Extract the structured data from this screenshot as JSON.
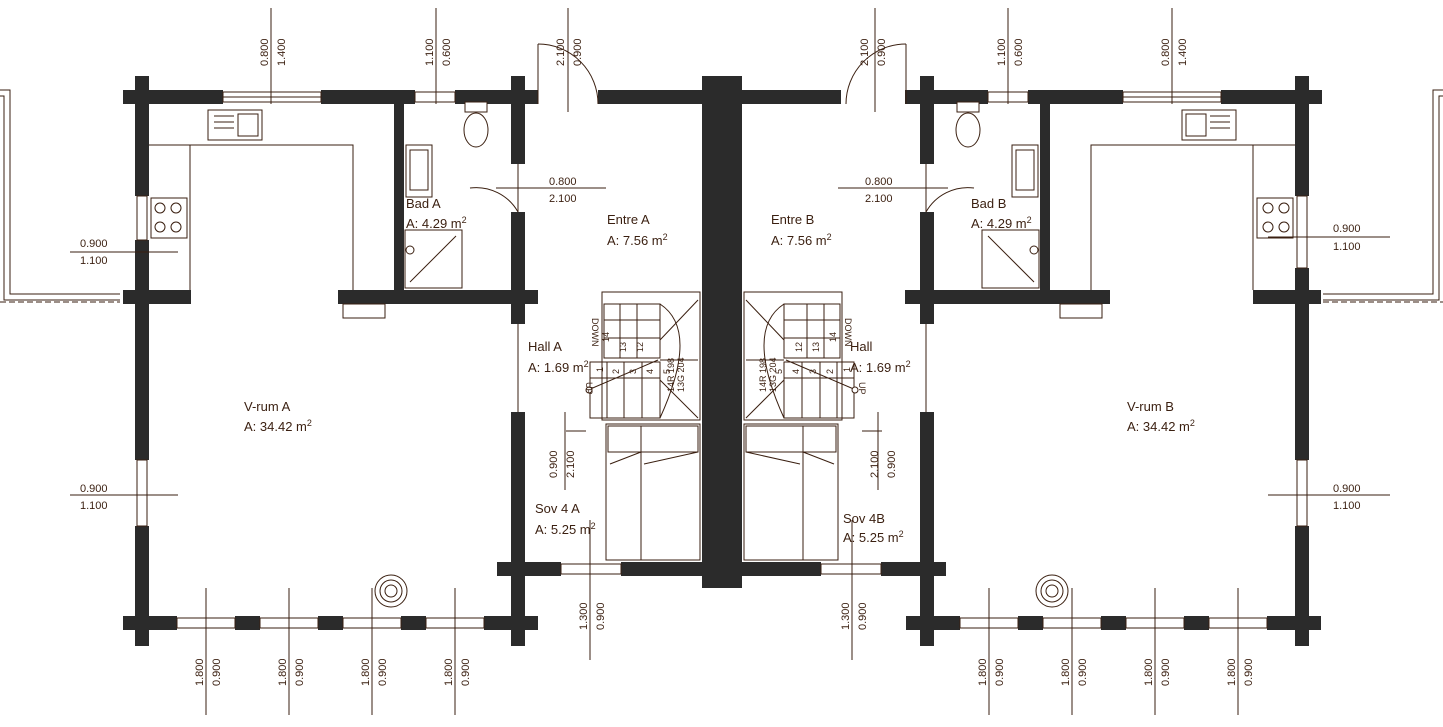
{
  "rooms": {
    "bad_a": {
      "name": "Bad A",
      "area": "A: 4.29 m",
      "sup": "2"
    },
    "entre_a": {
      "name": "Entre A",
      "area": "A: 7.56 m",
      "sup": "2"
    },
    "hall_a": {
      "name": "Hall A",
      "area": "A: 1.69 m",
      "sup": "2"
    },
    "vrum_a": {
      "name": "V-rum A",
      "area": "A: 34.42 m",
      "sup": "2"
    },
    "sov_a": {
      "name": "Sov 4 A",
      "area": "A: 5.25 m",
      "sup": "2"
    },
    "entre_b": {
      "name": "Entre B",
      "area": "A: 7.56 m",
      "sup": "2"
    },
    "bad_b": {
      "name": "Bad B",
      "area": "A: 4.29 m",
      "sup": "2"
    },
    "hall_b": {
      "name": "Hall",
      "area": "A: 1.69 m",
      "sup": "2"
    },
    "vrum_b": {
      "name": "V-rum B",
      "area": "A: 34.42 m",
      "sup": "2"
    },
    "sov_b": {
      "name": "Sov 4B",
      "area": "A: 5.25 m",
      "sup": "2"
    }
  },
  "dims": {
    "d0800": "0.800",
    "d0900": "0.900",
    "d1100": "1.100",
    "d1300": "1.300",
    "d1400": "1.400",
    "d1800": "1.800",
    "d2100": "2.100",
    "d0600": "0.600"
  },
  "stairs": {
    "down": "DOWN",
    "up": "UP",
    "a": {
      "n14": "14",
      "n13": "13",
      "n12": "12",
      "n1": "1",
      "n2": "2",
      "n3": "3",
      "n4": "4",
      "n5": "5",
      "spec1": "14R 198",
      "spec2": "13G 204"
    },
    "b": {
      "n14": "14",
      "n13": "13",
      "n12": "12",
      "n1": "1",
      "n2": "2",
      "n3": "3",
      "n4": "4",
      "n5": "5",
      "spec1": "14R 198",
      "spec2": "13G 204"
    }
  }
}
